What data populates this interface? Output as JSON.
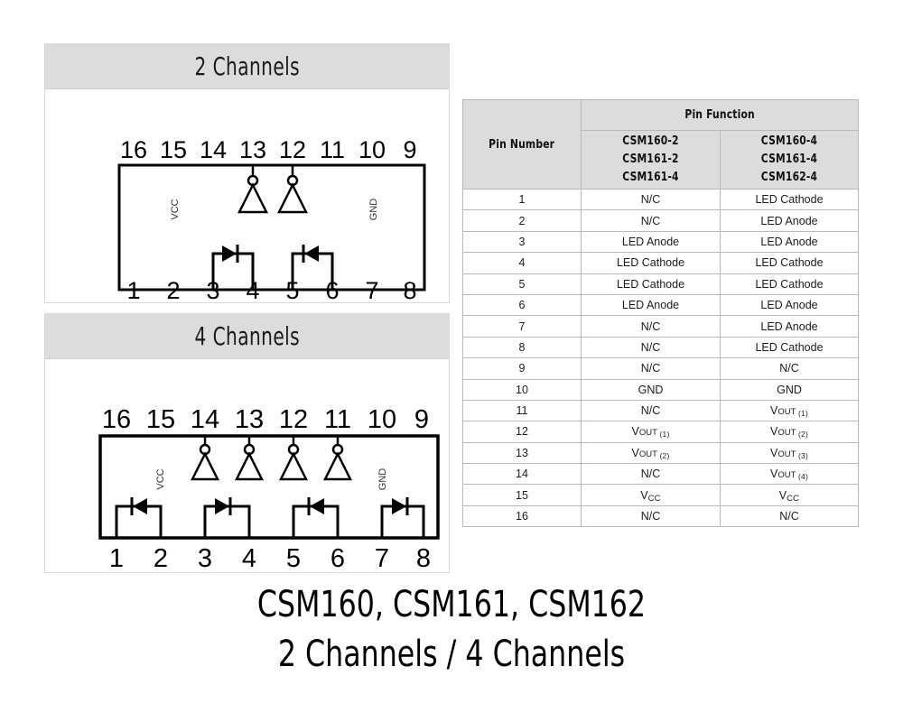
{
  "panels": [
    {
      "title": "2 Channels",
      "top_pins": [
        "16",
        "15",
        "14",
        "13",
        "12",
        "11",
        "10",
        "9"
      ],
      "bottom_pins": [
        "1",
        "2",
        "3",
        "4",
        "5",
        "6",
        "7",
        "8"
      ],
      "vcc_label": "VCC",
      "gnd_label": "GND",
      "inverter_pins": [
        "13",
        "12"
      ],
      "diode_pairs": [
        {
          "pins": [
            "3",
            "4"
          ],
          "direction": "right"
        },
        {
          "pins": [
            "5",
            "6"
          ],
          "direction": "left"
        }
      ]
    },
    {
      "title": "4 Channels",
      "top_pins": [
        "16",
        "15",
        "14",
        "13",
        "12",
        "11",
        "10",
        "9"
      ],
      "bottom_pins": [
        "1",
        "2",
        "3",
        "4",
        "5",
        "6",
        "7",
        "8"
      ],
      "vcc_label": "VCC",
      "gnd_label": "GND",
      "inverter_pins": [
        "14",
        "13",
        "12",
        "11"
      ],
      "diode_pairs": [
        {
          "pins": [
            "1",
            "2"
          ],
          "direction": "left"
        },
        {
          "pins": [
            "3",
            "4"
          ],
          "direction": "right"
        },
        {
          "pins": [
            "5",
            "6"
          ],
          "direction": "left"
        },
        {
          "pins": [
            "7",
            "8"
          ],
          "direction": "right"
        }
      ]
    }
  ],
  "caption": {
    "line1": "CSM160, CSM161, CSM162",
    "line2": "2 Channels / 4 Channels"
  },
  "table": {
    "header": {
      "pin_number": "Pin Number",
      "pin_function": "Pin Function",
      "col_a": [
        "CSM160-2",
        "CSM161-2",
        "CSM161-4"
      ],
      "col_b": [
        "CSM160-4",
        "CSM161-4",
        "CSM162-4"
      ]
    },
    "rows": [
      {
        "pin": "1",
        "a": "N/C",
        "b": "LED Cathode"
      },
      {
        "pin": "2",
        "a": "N/C",
        "b": "LED Anode"
      },
      {
        "pin": "3",
        "a": "LED Anode",
        "b": "LED Anode"
      },
      {
        "pin": "4",
        "a": "LED Cathode",
        "b": "LED Cathode"
      },
      {
        "pin": "5",
        "a": "LED Cathode",
        "b": "LED Cathode"
      },
      {
        "pin": "6",
        "a": "LED Anode",
        "b": "LED Anode"
      },
      {
        "pin": "7",
        "a": "N/C",
        "b": "LED Anode"
      },
      {
        "pin": "8",
        "a": "N/C",
        "b": "LED Cathode"
      },
      {
        "pin": "9",
        "a": "N/C",
        "b": "N/C"
      },
      {
        "pin": "10",
        "a": "GND",
        "b": "GND"
      },
      {
        "pin": "11",
        "a": "N/C",
        "b": "VOUT (1)"
      },
      {
        "pin": "12",
        "a": "VOUT (1)",
        "b": "VOUT(2)"
      },
      {
        "pin": "13",
        "a": "VOUT(2)",
        "b": "VOUT (3)"
      },
      {
        "pin": "14",
        "a": "N/C",
        "b": "VOUT(4)"
      },
      {
        "pin": "15",
        "a": "VCC",
        "b": "VCC"
      },
      {
        "pin": "16",
        "a": "N/C",
        "b": "N/C"
      }
    ]
  },
  "colors": {
    "header_grey": "#dcdcdc",
    "border_grey": "#b9b9b9",
    "ink": "#000000"
  }
}
